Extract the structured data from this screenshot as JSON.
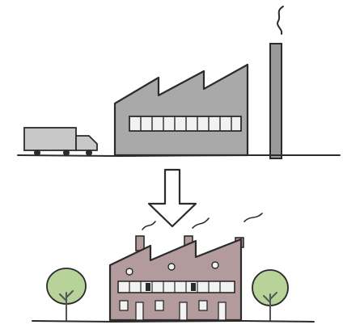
{
  "diagram": {
    "type": "before-after-sketch",
    "stages": [
      {
        "id": "before",
        "elements": [
          "delivery-truck",
          "industrial-factory",
          "smokestack",
          "smoke-plume"
        ]
      },
      {
        "id": "transition",
        "elements": [
          "down-arrow"
        ]
      },
      {
        "id": "after",
        "elements": [
          "tree",
          "converted-housing",
          "house-chimneys",
          "chimney-smoke",
          "tree"
        ]
      }
    ]
  },
  "colors": {
    "ink": "#2b2b2b",
    "factory_fill": "#a9a9a9",
    "smokestack_fill": "#9a9a9a",
    "window_fill": "#f2f2f2",
    "truck_fill": "#c8c8c8",
    "housing_fill": "#b39a9c",
    "tree_fill": "#b7d39a",
    "tree_trunk": "#555555",
    "background": "#ffffff"
  }
}
